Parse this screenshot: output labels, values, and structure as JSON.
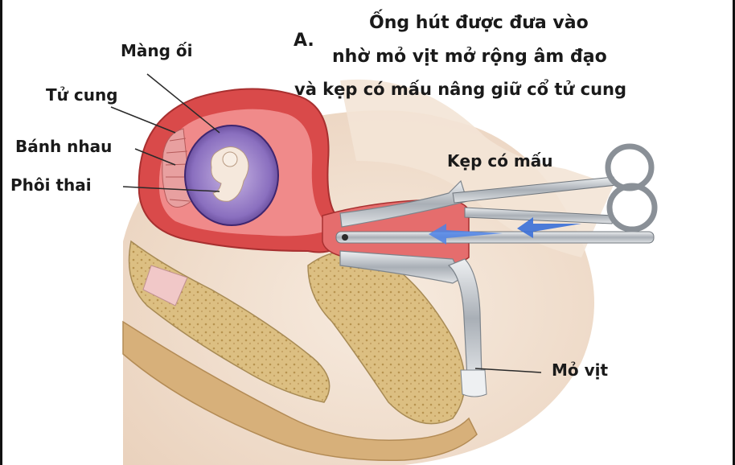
{
  "figure": {
    "panel_letter": "A.",
    "caption_lines": [
      "Ống hút được đưa vào",
      "nhờ mỏ vịt mở rộng âm đạo",
      "và kẹp có mấu nâng giữ cổ tử cung"
    ]
  },
  "labels": {
    "amniotic_sac": "Màng ối",
    "uterus": "Tử cung",
    "placenta": "Bánh nhau",
    "embryo": "Phôi thai",
    "tenaculum": "Kẹp có mấu",
    "speculum": "Mỏ vịt"
  },
  "colors": {
    "uterus_wall": "#d94a4a",
    "uterus_inner": "#f08a8a",
    "amniotic_sac": "#5b3f8f",
    "embryo": "#f1e3d6",
    "bone": "#d8b978",
    "skin": "#f4e2d2",
    "instrument_metal": "#b7bcc2",
    "arrow_blue": "#3a6fd8"
  }
}
